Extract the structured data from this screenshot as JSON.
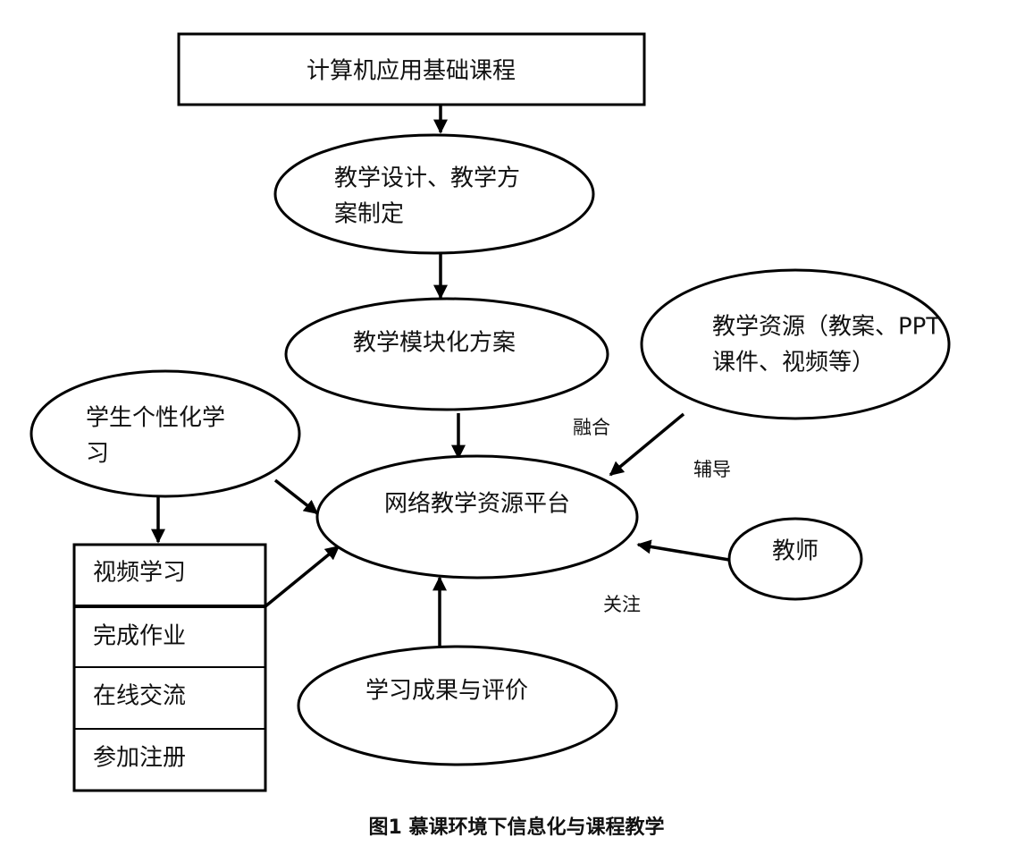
{
  "nodes": {
    "course": "计算机应用基础课程",
    "design_line1": "教学设计、教学方",
    "design_line2": "案制定",
    "modular": "教学模块化方案",
    "resources_line1": "教学资源（教案、PPT",
    "resources_line2": "课件、视频等）",
    "personal_line1": "学生个性化学",
    "personal_line2": "习",
    "platform": "网络教学资源平台",
    "teacher": "教师",
    "outcome": "学习成果与评价"
  },
  "activities": [
    "视频学习",
    "完成作业",
    "在线交流",
    "参加注册"
  ],
  "edge_labels": {
    "merge": "融合",
    "tutor": "辅导",
    "attention": "关注"
  },
  "caption": "图1  慕课环境下信息化与课程教学"
}
